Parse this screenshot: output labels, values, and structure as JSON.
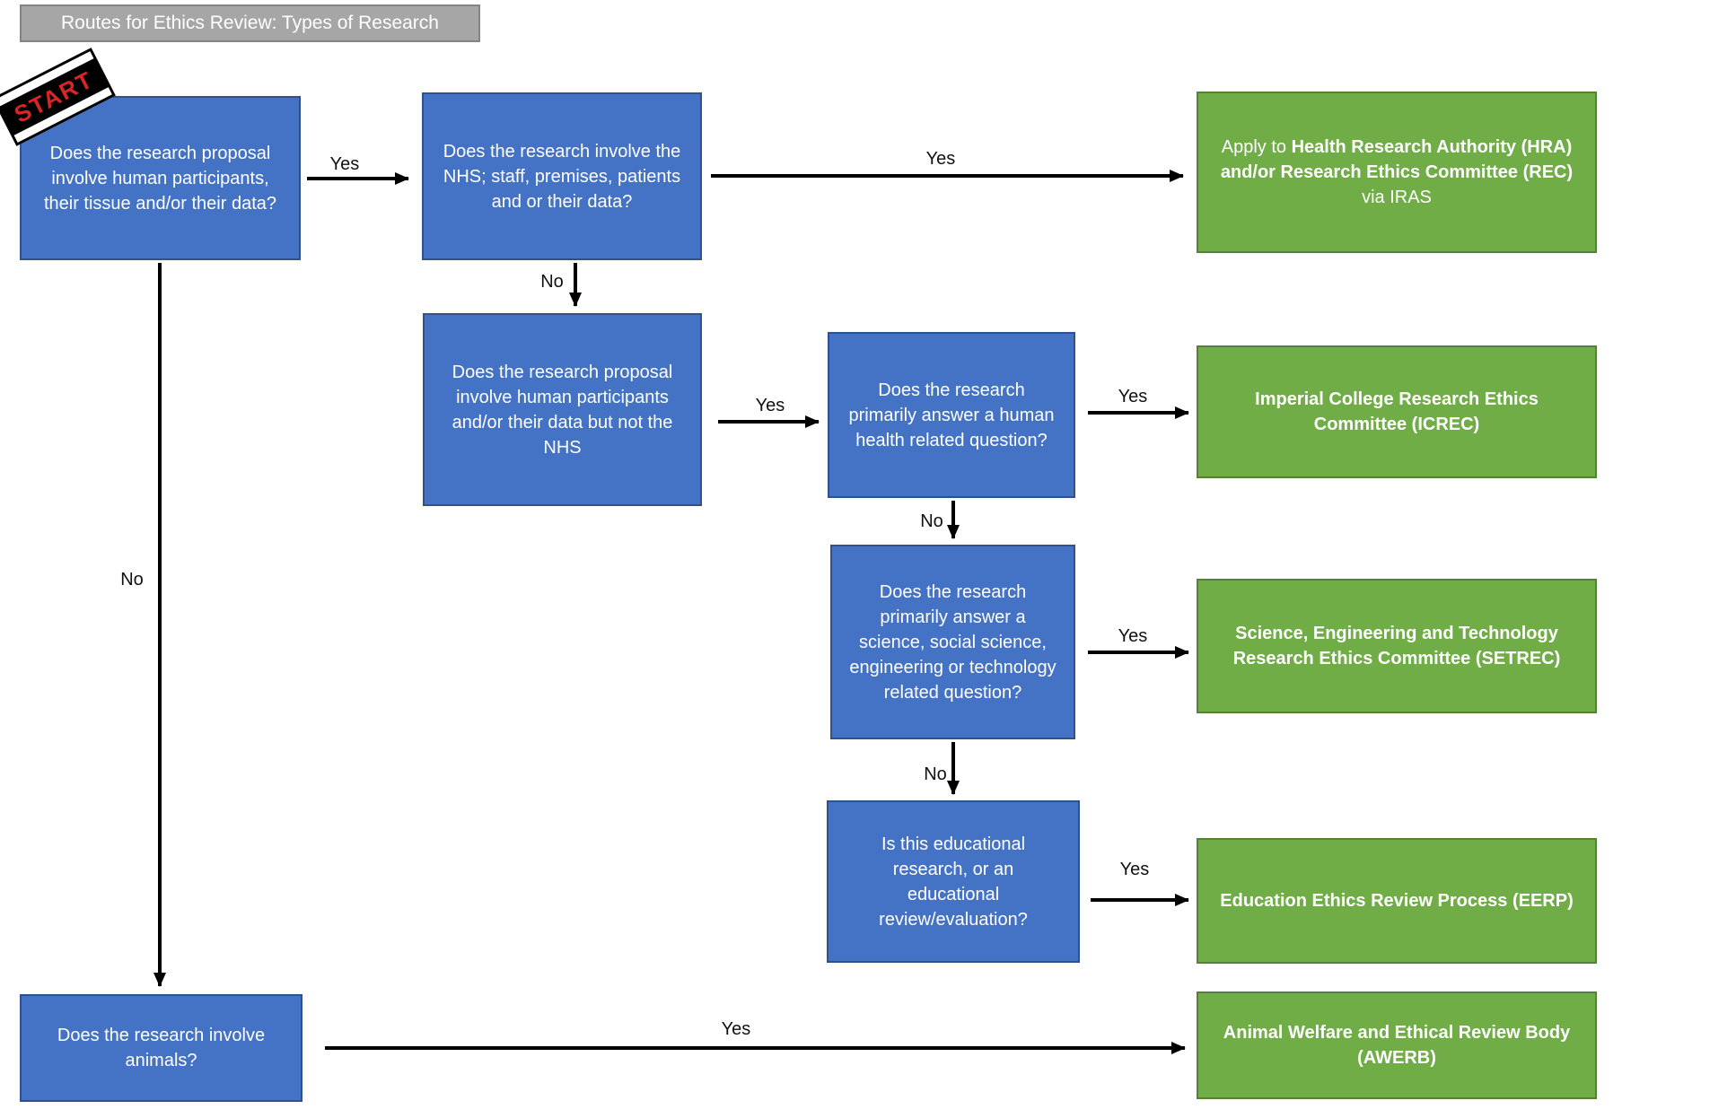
{
  "title": "Routes for Ethics Review: Types of Research",
  "start_label": "START",
  "edge_labels": {
    "yes": "Yes",
    "no": "No"
  },
  "questions": {
    "q1": "Does the research proposal involve human participants, their tissue and/or their data?",
    "q2": "Does the research involve the NHS; staff, premises, patients and or their data?",
    "q3": "Does the research proposal involve human participants and/or their data but not the NHS",
    "q4": "Does the research primarily answer a human health related question?",
    "q5": "Does the research primarily answer a science, social science, engineering or technology related question?",
    "q6": "Is this educational research, or an educational review/evaluation?",
    "q7_animals": "Does the research involve animals?"
  },
  "outcomes": {
    "hra": {
      "prefix": "Apply to ",
      "bold": "Health Research Authority (HRA) and/or Research Ethics Committee (REC)",
      "suffix": " via IRAS"
    },
    "icrec": "Imperial College Research Ethics Committee (ICREC)",
    "setrec": "Science, Engineering and Technology Research Ethics Committee (SETREC)",
    "eerp": "Education Ethics Review Process (EERP)",
    "awerb": "Animal Welfare and Ethical Review Body (AWERB)"
  },
  "colors": {
    "question_fill": "#4472c4",
    "question_border": "#2f528f",
    "outcome_fill": "#70ad47",
    "outcome_border": "#548235",
    "title_fill": "#a6a6a6",
    "title_border": "#848484",
    "start_text": "#d92525",
    "arrow": "#000000"
  }
}
